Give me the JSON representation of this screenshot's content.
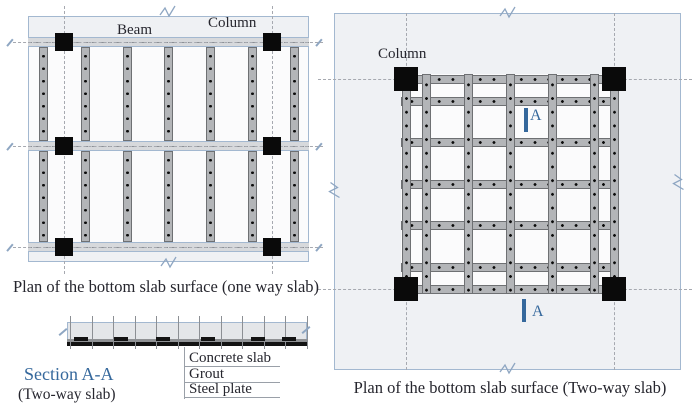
{
  "colors": {
    "slab_bg": "#eff1f4",
    "slab_border": "#a3b8d0",
    "bay_bg": "#fbfbfc",
    "beam_fill": "#d7d9dc",
    "beam_centerline": "#8b8f94",
    "strip_fill": "#b3b5b8",
    "strip_border": "#6e7073",
    "dot": "#0c0c0c",
    "column_fill": "#0a0a0a",
    "construction_line": "#a6a9b0",
    "concrete_fill": "#e4e6e9",
    "grout_fill": "#8f9194",
    "steel_plate_fill": "#131313",
    "leader_line": "#9aa0a8",
    "break_mark": "#8ea6c2",
    "text": "#26262e",
    "accent_blue": "#35689c"
  },
  "one_way": {
    "beam_label": "Beam",
    "column_label": "Column",
    "caption": "Plan of the bottom slab surface (one way slab)"
  },
  "section": {
    "title": "Section A-A",
    "subtitle": "(Two-way slab)",
    "labels": {
      "concrete": "Concrete slab",
      "grout": "Grout",
      "steel": "Steel plate"
    }
  },
  "two_way": {
    "column_label": "Column",
    "section_marker": "A",
    "caption": "Plan of the bottom slab surface (Two-way slab)"
  }
}
